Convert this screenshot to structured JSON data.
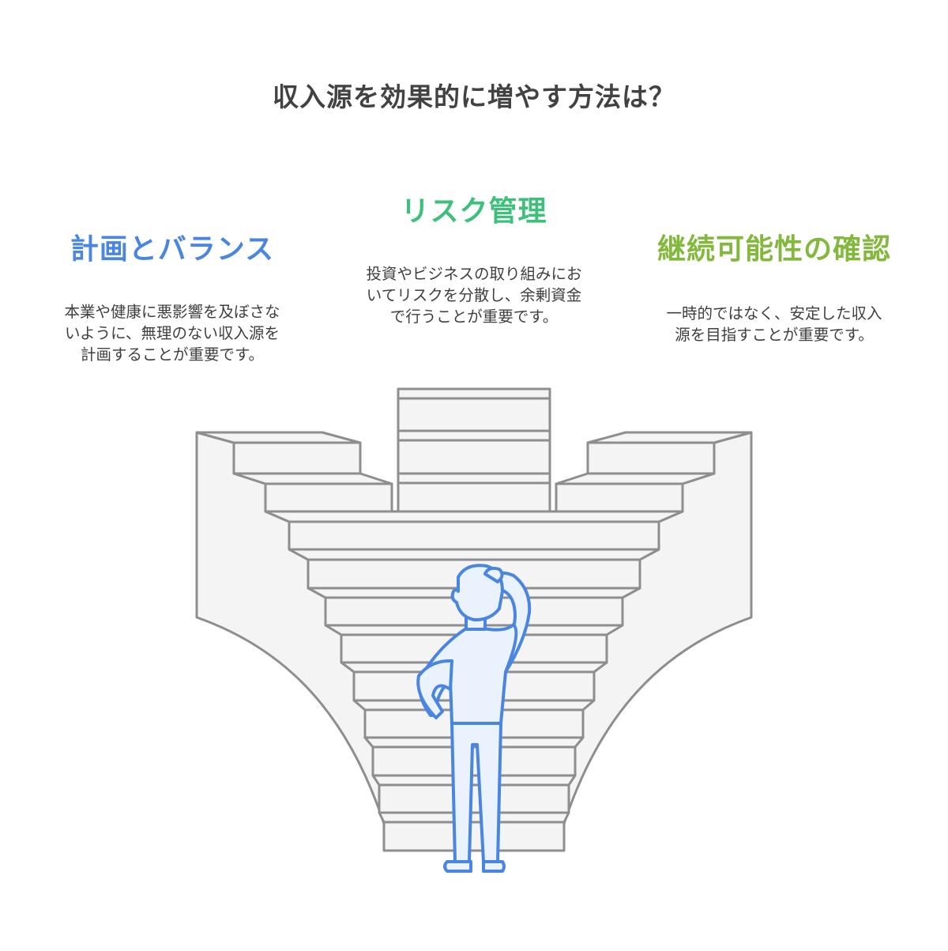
{
  "title": "収入源を効果的に増やす方法は？",
  "sections": [
    {
      "heading": "計画とバランス",
      "color": "#4a86e0",
      "lines": [
        "本業や健康に悪影響を及ぼさな",
        "いように、無理のない収入源を",
        "計画することが重要です。"
      ]
    },
    {
      "heading": "リスク管理",
      "color": "#3dc17a",
      "lines": [
        "投資やビジネスの取り組みにお",
        "いてリスクを分散し、余剰資金",
        "で行うことが重要です。"
      ]
    },
    {
      "heading": "継続可能性の確認",
      "color": "#82b83c",
      "lines": [
        "一時的ではなく、安定した収入",
        "源を目指すことが重要です。"
      ]
    }
  ],
  "illustration": {
    "description": "person looking up at a three-way staircase",
    "stair_stroke": "#8e8e8e",
    "stair_fill": "#f4f4f4",
    "person_stroke": "#4a86e0",
    "person_fill": "#eaf2fd"
  }
}
